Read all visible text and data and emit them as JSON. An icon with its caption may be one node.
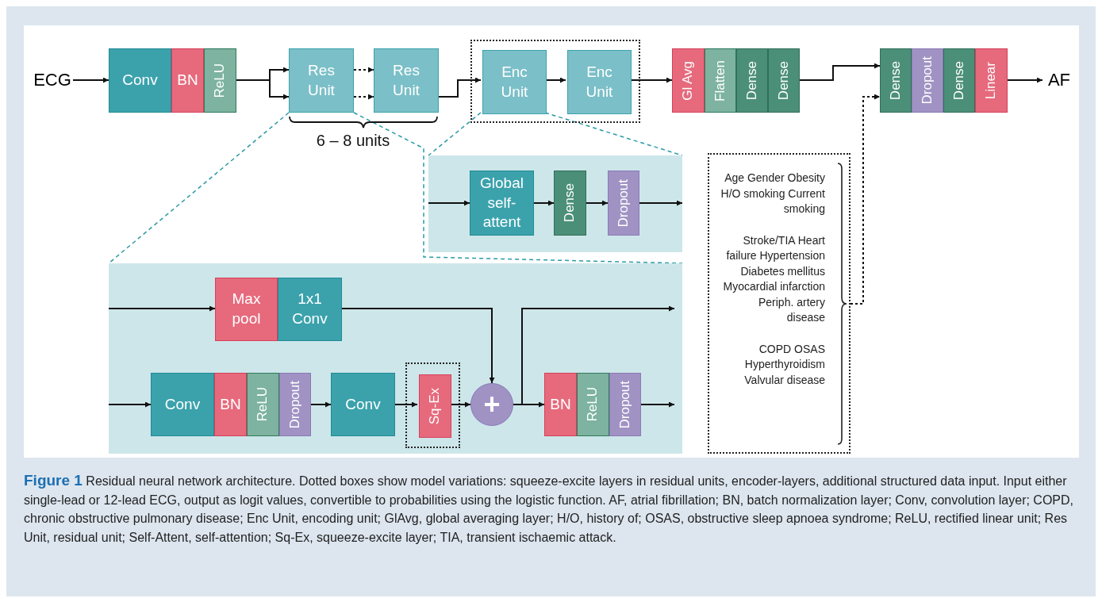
{
  "diagram": {
    "caption": "**Figure 1** Residual neural network architecture. Dotted boxes show model variations: squeeze-excite layers in residual units, encoder-layers, additional structured data input. Input either single-lead or 12-lead ECG, output as logit values, convertible to probabilities using the logistic function. AF, atrial fibrillation; BN, batch normalization layer; Conv, convolution layer; COPD, chronic obstructive pulmonary disease; Enc Unit, encoding unit; GlAvg, global averaging layer; H/O, history of; OSAS, obstructive sleep apnoea syndrome; ReLU, rectified linear unit; Res Unit, residual unit; Self-Attent, self-attention; Sq-Ex, squeeze-excite layer; TIA, transient ischaemic attack.",
    "nodes": [
      {
        "text": [
          "ECG"
        ]
      },
      {
        "text": [
          "Conv"
        ]
      },
      {
        "text": [
          "BN"
        ]
      },
      {
        "text": [
          "ReLU"
        ]
      },
      {
        "text": [
          "Res Unit"
        ]
      },
      {
        "text": [
          "Res Unit"
        ]
      },
      {
        "text": [],
        "shape": "box"
      },
      {
        "text": [
          "Enc Unit"
        ],
        "in": 6
      },
      {
        "text": [
          "Enc Unit"
        ],
        "in": 6
      },
      {
        "text": [
          "Gl Avg"
        ]
      },
      {
        "text": [
          "Flatten"
        ]
      },
      {
        "text": [
          "Dense"
        ]
      },
      {
        "text": [
          "Dense"
        ]
      },
      {
        "text": [
          "Dense"
        ]
      },
      {
        "text": [
          "Dropout"
        ]
      },
      {
        "text": [
          "Dense"
        ]
      },
      {
        "text": [
          "Linear"
        ]
      },
      {
        "text": [
          "AF"
        ]
      },
      {
        "text": [],
        "shape": "box"
      },
      {
        "text": [
          "Global self-attent"
        ],
        "in": 18
      },
      {
        "text": [
          "Dense"
        ],
        "in": 18
      },
      {
        "text": [
          "Dropout"
        ],
        "in": 18
      },
      {
        "text": [],
        "shape": "box"
      },
      {
        "text": [
          "Max pool"
        ],
        "in": 22
      },
      {
        "text": [
          "1x1 Conv"
        ],
        "in": 22
      },
      {
        "text": [
          "Conv"
        ],
        "in": 22
      },
      {
        "text": [
          "BN"
        ],
        "in": 22
      },
      {
        "text": [
          "ReLU"
        ],
        "in": 22
      },
      {
        "text": [
          "Dropout"
        ],
        "in": 22
      },
      {
        "text": [
          "Conv"
        ],
        "in": 22
      },
      {
        "text": [],
        "shape": "box",
        "in": 22
      },
      {
        "text": [
          "Sq-Ex"
        ],
        "in": 30
      },
      {
        "text": [
          "+"
        ],
        "in": 22
      },
      {
        "text": [
          "BN"
        ],
        "in": 22
      },
      {
        "text": [
          "ReLU"
        ],
        "in": 22
      },
      {
        "text": [
          "Dropout"
        ],
        "in": 22
      },
      {
        "text": [
          "Age Gender Obesity H/O smoking Current smoking",
          "Stroke/TIA Heart failure Hypertension Diabetes mellitus Myocardial infarction Periph. artery disease",
          "COPD OSAS Hyperthyroidism Valvular disease"
        ]
      }
    ],
    "edges": [
      {
        "from": 0,
        "to": 1,
        "arrow": "to"
      },
      {
        "from": 3,
        "to": 4,
        "arrow": "to"
      },
      {
        "from": 3,
        "to": 4,
        "arrow": "to"
      },
      {
        "from": 4,
        "to": 5,
        "arrow": "to",
        "style": "dashed"
      },
      {
        "from": 4,
        "to": 5,
        "arrow": "to",
        "style": "dashed"
      },
      {
        "from": 5,
        "to": 7,
        "arrow": "to"
      },
      {
        "from": 7,
        "to": 8,
        "arrow": "to"
      },
      {
        "from": 8,
        "to": 9,
        "arrow": "to"
      },
      {
        "from": 12,
        "to": 13,
        "arrow": "to"
      },
      {
        "from": 36,
        "to": 13,
        "arrow": "to",
        "style": "dashed"
      },
      {
        "from": 16,
        "to": 17,
        "arrow": "to"
      },
      {
        "from": 4,
        "to": 22,
        "arrow": "none",
        "style": "dashed",
        "color": "#2a9aa6"
      },
      {
        "from": 4,
        "to": 22,
        "arrow": "none",
        "style": "dashed",
        "color": "#2a9aa6"
      },
      {
        "from": 7,
        "to": 18,
        "arrow": "none",
        "style": "dashed",
        "color": "#2a9aa6"
      },
      {
        "from": 7,
        "to": 18,
        "arrow": "none",
        "style": "dashed",
        "color": "#2a9aa6"
      },
      {
        "from": null,
        "to": 19,
        "arrow": "to"
      },
      {
        "from": 19,
        "to": 20,
        "arrow": "to"
      },
      {
        "from": 20,
        "to": 21,
        "arrow": "to"
      },
      {
        "from": 21,
        "to": null,
        "arrow": "to"
      },
      {
        "from": null,
        "to": 23,
        "arrow": "to"
      },
      {
        "from": 24,
        "to": 32,
        "arrow": "to"
      },
      {
        "from": null,
        "to": 25,
        "arrow": "to"
      },
      {
        "from": 28,
        "to": 29,
        "arrow": "to"
      },
      {
        "from": 29,
        "to": 31,
        "arrow": "to"
      },
      {
        "from": 31,
        "to": 32,
        "arrow": "to"
      },
      {
        "from": 32,
        "to": 33,
        "arrow": "to"
      },
      {
        "from": 32,
        "to": null,
        "arrow": "to"
      },
      {
        "from": 35,
        "to": null,
        "arrow": "to"
      }
    ],
    "labels": [
      "6 – 8 units"
    ]
  }
}
